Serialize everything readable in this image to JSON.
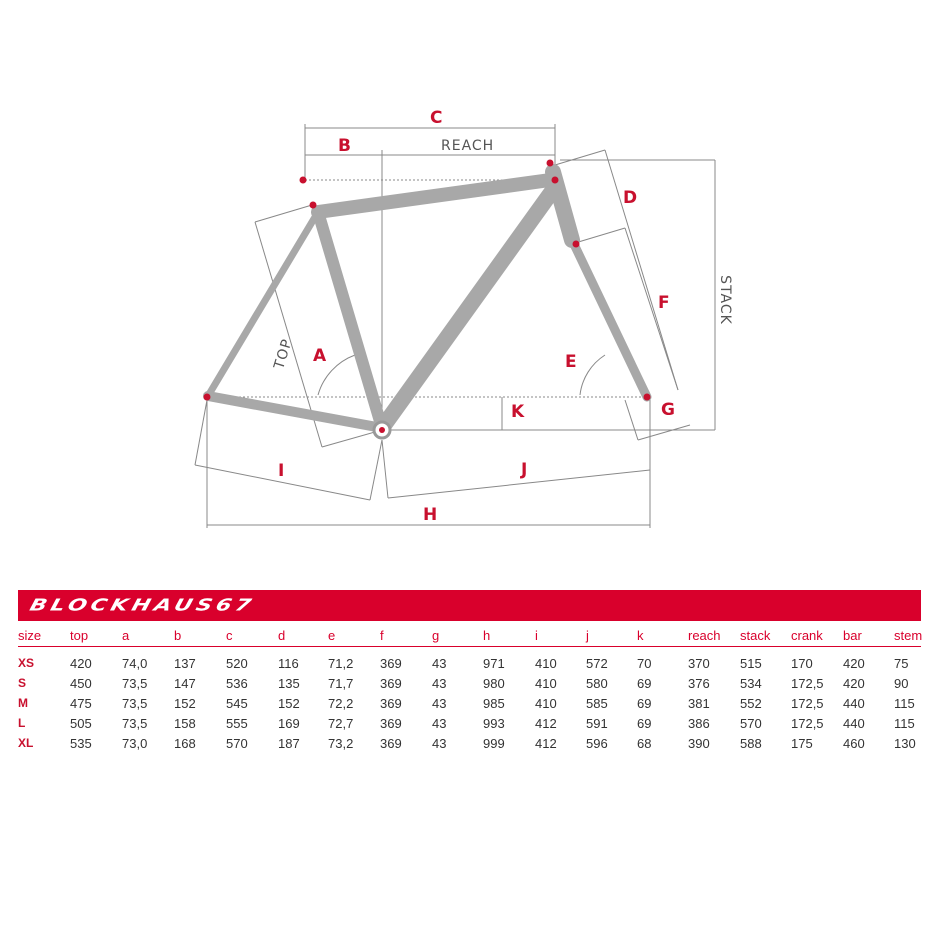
{
  "diagram": {
    "labels": {
      "A": "A",
      "B": "B",
      "C": "C",
      "D": "D",
      "E": "E",
      "F": "F",
      "G": "G",
      "H": "H",
      "I": "I",
      "J": "J",
      "K": "K"
    },
    "reach": "REACH",
    "stack": "STACK",
    "top": "TOP"
  },
  "table": {
    "title": "BLOCKHAUS67",
    "columns": [
      "size",
      "top",
      "a",
      "b",
      "c",
      "d",
      "e",
      "f",
      "g",
      "h",
      "i",
      "j",
      "k",
      "reach",
      "stack",
      "crank",
      "bar",
      "stem"
    ],
    "rows": [
      [
        "XS",
        "420",
        "74,0",
        "137",
        "520",
        "116",
        "71,2",
        "369",
        "43",
        "971",
        "410",
        "572",
        "70",
        "370",
        "515",
        "170",
        "420",
        "75"
      ],
      [
        "S",
        "450",
        "73,5",
        "147",
        "536",
        "135",
        "71,7",
        "369",
        "43",
        "980",
        "410",
        "580",
        "69",
        "376",
        "534",
        "172,5",
        "420",
        "90"
      ],
      [
        "M",
        "475",
        "73,5",
        "152",
        "545",
        "152",
        "72,2",
        "369",
        "43",
        "985",
        "410",
        "585",
        "69",
        "381",
        "552",
        "172,5",
        "440",
        "115"
      ],
      [
        "L",
        "505",
        "73,5",
        "158",
        "555",
        "169",
        "72,7",
        "369",
        "43",
        "993",
        "412",
        "591",
        "69",
        "386",
        "570",
        "172,5",
        "440",
        "115"
      ],
      [
        "XL",
        "535",
        "73,0",
        "168",
        "570",
        "187",
        "73,2",
        "369",
        "43",
        "999",
        "412",
        "596",
        "68",
        "390",
        "588",
        "175",
        "460",
        "130"
      ]
    ]
  },
  "colors": {
    "accent": "#d9002c",
    "frame": "#a8a8a8"
  }
}
